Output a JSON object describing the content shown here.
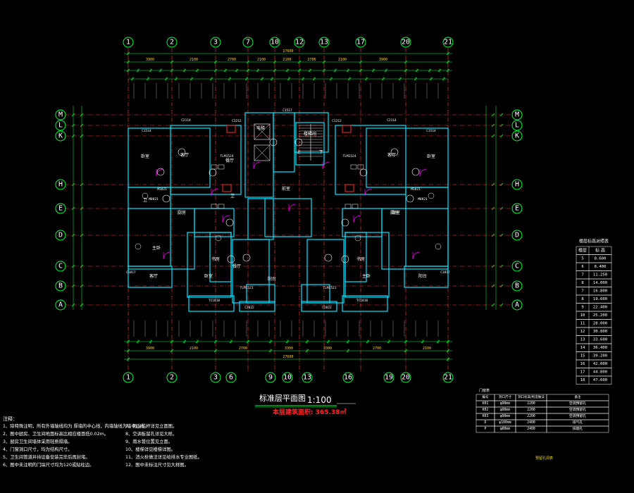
{
  "drawing": {
    "title": "标准层平面图",
    "scale": "1:100",
    "area_label": "本层建筑面积: 365.38㎡"
  },
  "axes": {
    "top": [
      "1",
      "2",
      "3",
      "7",
      "10",
      "12",
      "13",
      "17",
      "20",
      "21"
    ],
    "bottom": [
      "1",
      "2",
      "3",
      "6",
      "9",
      "10",
      "13",
      "16",
      "19",
      "20",
      "21"
    ],
    "left": [
      "M",
      "L",
      "K",
      "H",
      "E",
      "D",
      "C",
      "B",
      "A"
    ],
    "right": [
      "M",
      "L",
      "K",
      "H",
      "E",
      "D",
      "C",
      "B",
      "A"
    ]
  },
  "dimensions": {
    "overall": "27600",
    "top_row": [
      "3900",
      "2100",
      "2700",
      "2100",
      "2100",
      "2700",
      "2100",
      "3900"
    ],
    "bottom_overall": "27600",
    "bottom_row": [
      "3900",
      "2100",
      "2700",
      "3300",
      "3300",
      "2700",
      "2100",
      "3900"
    ]
  },
  "rooms": {
    "labels": [
      "卧室",
      "客厅",
      "餐厅",
      "厨房",
      "卫",
      "主卧",
      "卧室",
      "客厅",
      "餐厅",
      "卫",
      "阳台",
      "书房",
      "电梯",
      "前室",
      "楼梯间",
      "上",
      "下",
      "客厅",
      "阳台",
      "书房",
      "卧室",
      "卧室",
      "主卧",
      "厨房"
    ],
    "tags": [
      "C2114",
      "C1212",
      "C1517",
      "C1212",
      "C2114",
      "C1514",
      "C1514",
      "TLM1524",
      "TLM1524",
      "M1021",
      "M1021",
      "M0821",
      "M0821",
      "TLM1521",
      "TLM1521",
      "TC1818",
      "TC1818",
      "C2022",
      "C2022",
      "C1817",
      "C1817"
    ]
  },
  "level_table": {
    "title": "楼层标高对照表",
    "headers": [
      "楼层",
      "标 高"
    ],
    "rows": [
      [
        "5",
        "8.600"
      ],
      [
        "6",
        "8.400"
      ],
      [
        "7",
        "11.250"
      ],
      [
        "8",
        "14.000"
      ],
      [
        "7",
        "16.800"
      ],
      [
        "8",
        "19.600"
      ],
      [
        "9",
        "22.400"
      ],
      [
        "10",
        "25.200"
      ],
      [
        "11",
        "28.000"
      ],
      [
        "12",
        "30.800"
      ],
      [
        "13",
        "33.600"
      ],
      [
        "14",
        "36.400"
      ],
      [
        "15",
        "39.200"
      ],
      [
        "16",
        "42.000"
      ],
      [
        "17",
        "44.800"
      ],
      [
        "18",
        "47.600"
      ]
    ]
  },
  "door_table": {
    "title": "门窗表",
    "headers": [
      "编号",
      "洞口尺寸",
      "洞口标高/构造做法",
      "备注"
    ],
    "rows": [
      [
        "K01",
        "φ90mm",
        "2200",
        "空调预留孔"
      ],
      [
        "K02",
        "φ90mm",
        "2200",
        "空调预留孔"
      ],
      [
        "K03",
        "φ90mm",
        "2200",
        "空调预留孔"
      ],
      [
        "D",
        "φ100mm",
        "2400",
        "排气孔"
      ],
      [
        "P",
        "φ80mm",
        "2400",
        "排烟孔"
      ]
    ],
    "footer": "预留孔洞表"
  },
  "notes": {
    "heading": "注释：",
    "lines": [
      "1、除特殊注明，所有外墙轴线均为   厚墙的中心线，内墙轴线为墙中心线。",
      "2、图中厨房、卫生间地面标高比相应楼面低0.02m。",
      "3、厨房卫生间墙体采用轻质隔墙。",
      "4、门窗洞口尺寸，均为结构尺寸。",
      "5、卫生间管道井待设备安装完毕后再封堵。",
      "6、图中未注明的门垛尺寸均为120或贴柱边。",
      "7、阳台栏杆详见立面图。",
      "8、空调板留孔详见大样。",
      "9、雨水管位置见立面。",
      "10、楼梯详见楼梯详图。",
      "11、消火栓做法详见给排水专业图纸。",
      "12、图中未标注尺寸见大样图。"
    ]
  },
  "colors": {
    "axis_line": "#ff3b3b",
    "wall": "#00e5ff",
    "dim": "#00ff44",
    "bubble": "#00ff44",
    "text": "#ffffff",
    "accent": "#ff2a2a",
    "door": "#ff00ff"
  }
}
